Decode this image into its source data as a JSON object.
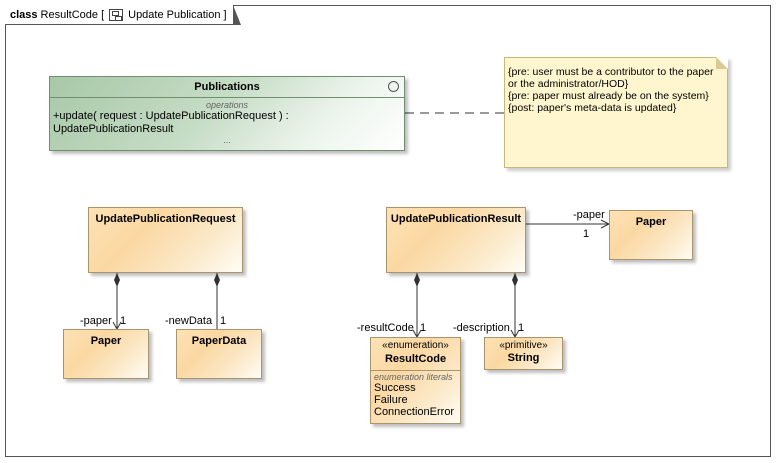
{
  "frame": {
    "keyword": "class",
    "name": "ResultCode [",
    "diagram_name": "Update Publication",
    "close_bracket": "]",
    "icon": "class-diagram-icon"
  },
  "interface": {
    "name": "Publications",
    "compartment_label": "operations",
    "operation": "+update( request : UpdatePublicationRequest ) : UpdatePublicationResult",
    "more": "...",
    "icon": "interface-circle-icon"
  },
  "note": {
    "lines": [
      "{pre: user must be a contributor to the paper",
      "or the administrator/HOD}",
      "{pre: paper must already be on the system}",
      "{post: paper's meta-data is updated}"
    ]
  },
  "classes": {
    "request": "UpdatePublicationRequest",
    "result": "UpdatePublicationResult",
    "paper_top": "Paper",
    "paper_left": "Paper",
    "paper_data": "PaperData",
    "string_stereotype": "«primitive»",
    "string_name": "String"
  },
  "enumeration": {
    "stereotype": "«enumeration»",
    "name": "ResultCode",
    "compartment_label": "enumeration literals",
    "literals": [
      "Success",
      "Failure",
      "ConnectionError"
    ]
  },
  "associations": {
    "result_paper_role": "-paper",
    "result_paper_mult": "1",
    "request_paper_role": "-paper",
    "request_paper_mult": "1",
    "request_newdata_role": "-newData",
    "request_newdata_mult": "1",
    "result_code_role": "-resultCode",
    "result_code_mult": "1",
    "result_desc_role": "-description",
    "result_desc_mult": "1"
  }
}
